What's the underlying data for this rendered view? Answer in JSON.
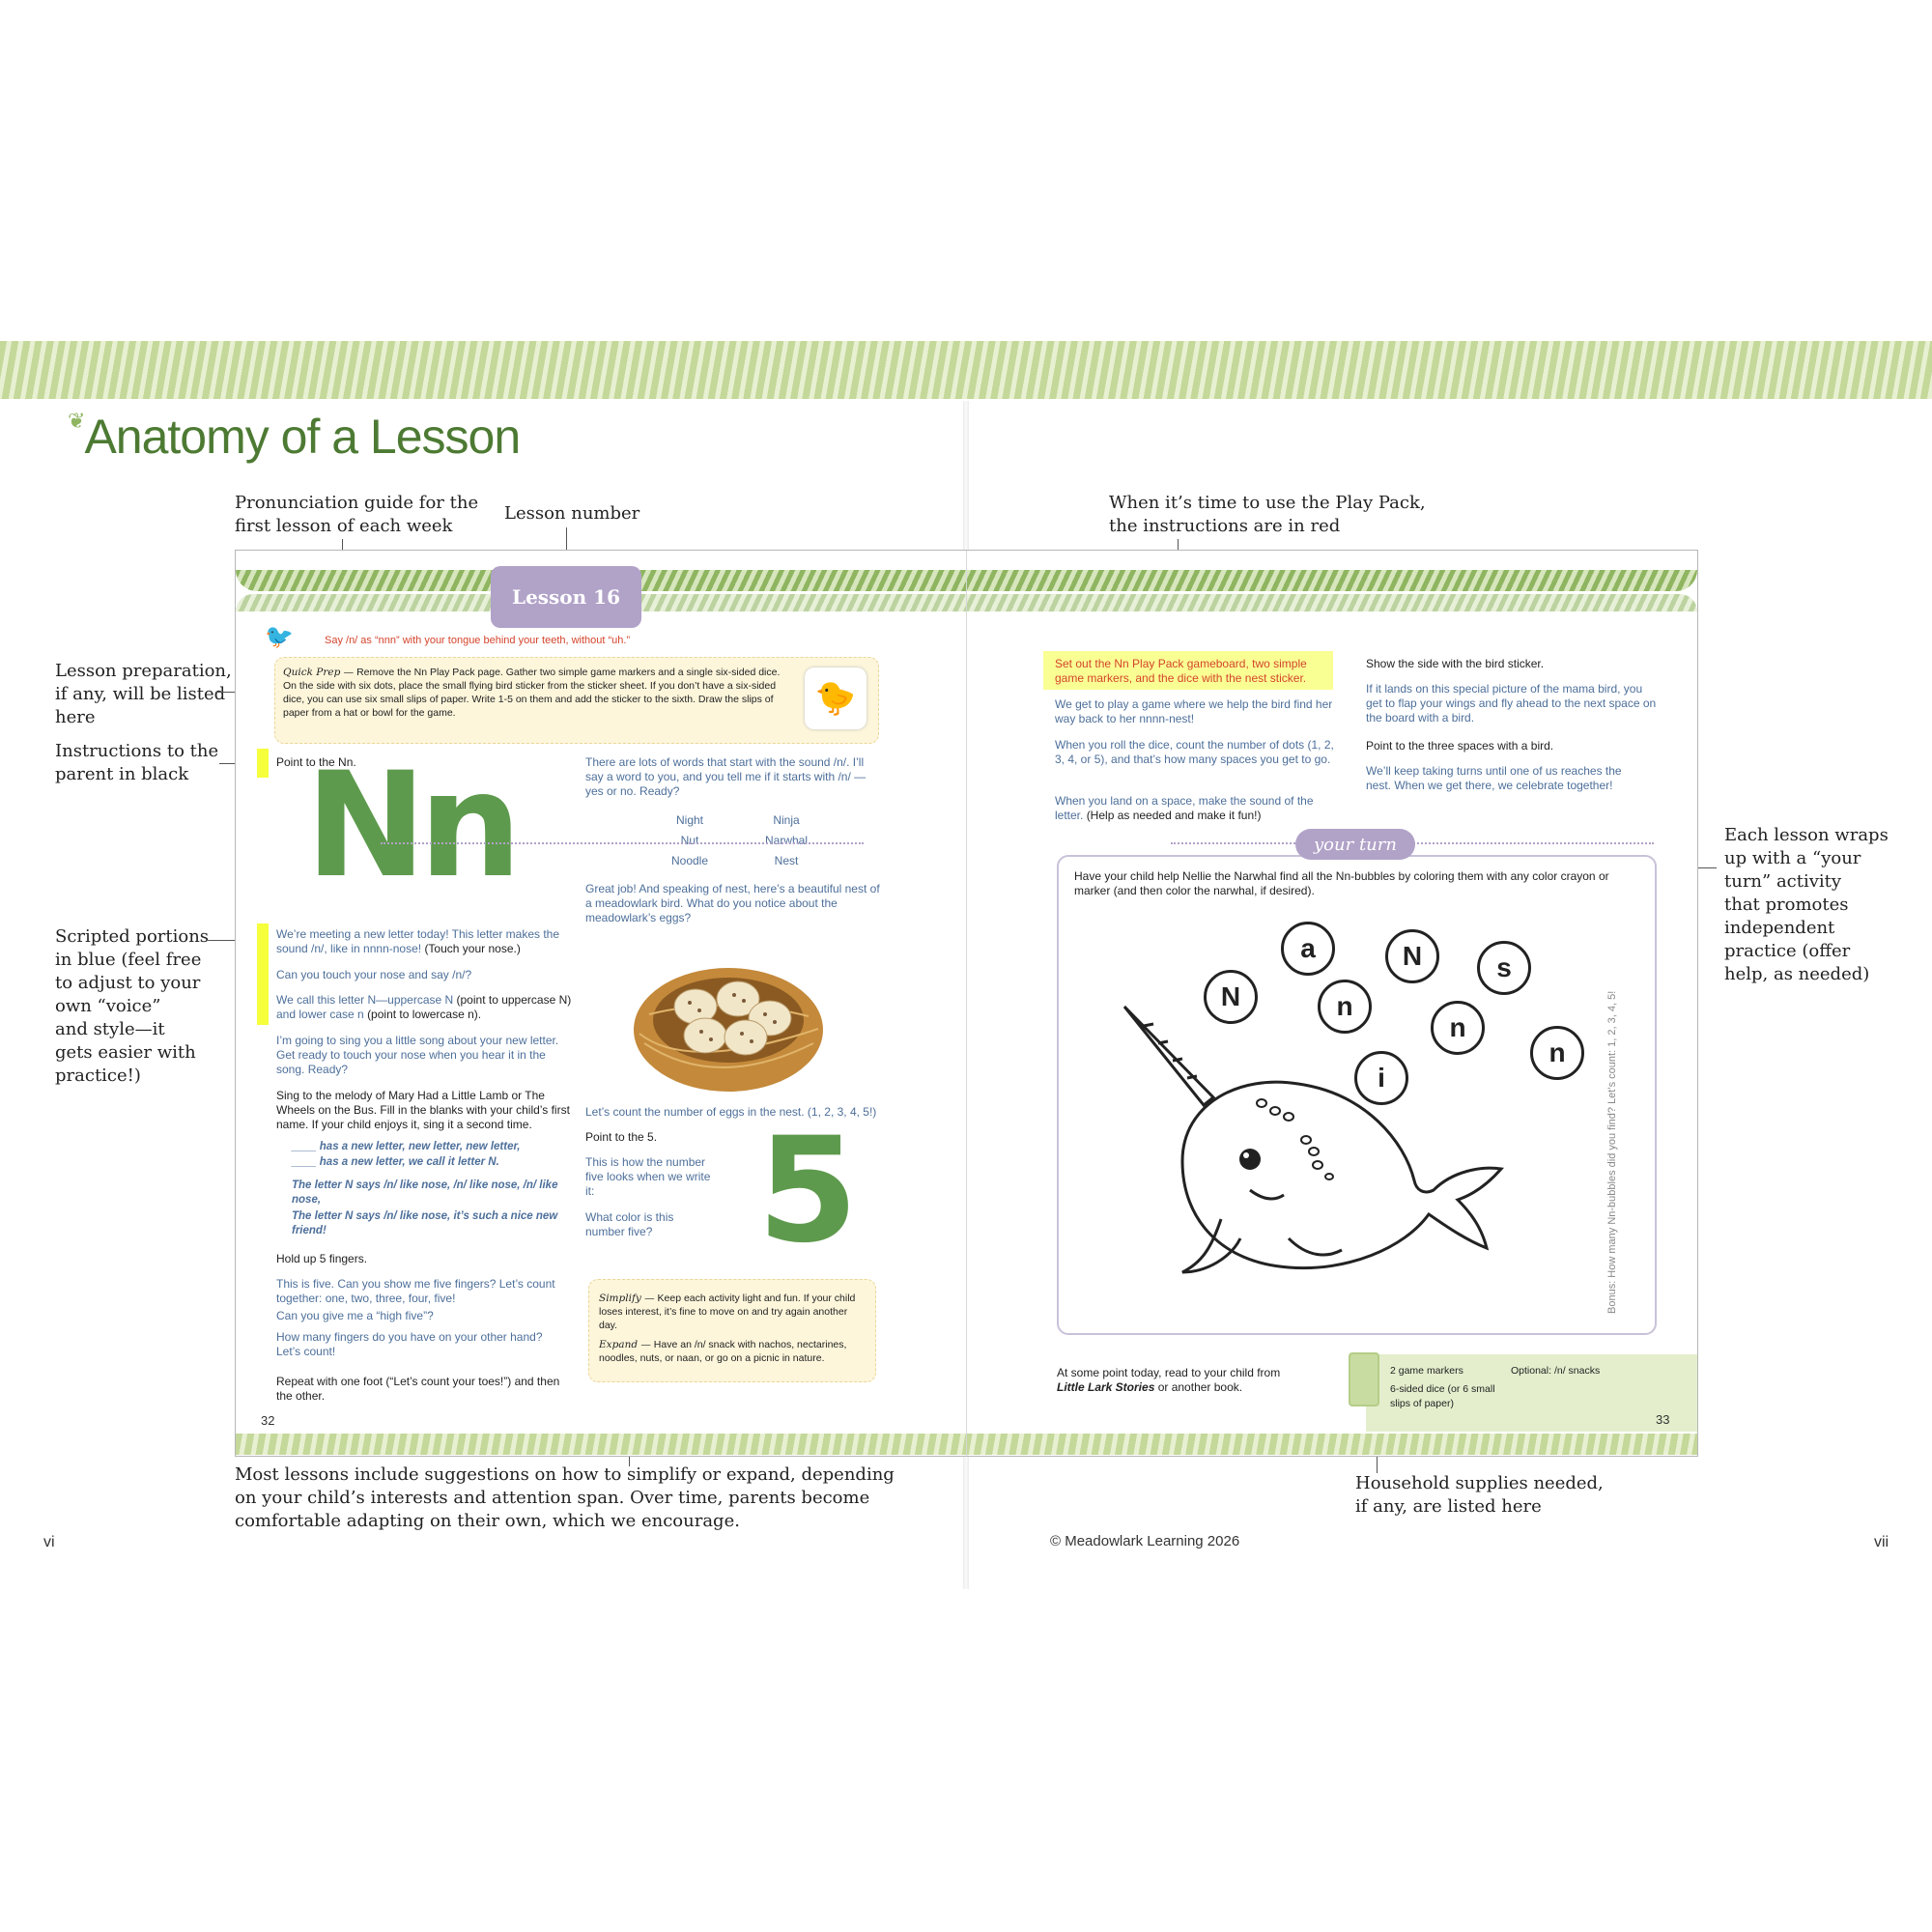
{
  "header": {
    "title": "Anatomy of a Lesson"
  },
  "annotations": {
    "pronunciation": [
      "Pronunciation guide for the",
      "first lesson of each week"
    ],
    "lesson_number": "Lesson number",
    "play_pack": [
      "When it’s time to use the Play Pack,",
      "the instructions are in red"
    ],
    "lesson_prep": [
      "Lesson preparation,",
      "if any, will be listed",
      "here"
    ],
    "parent_instructions": [
      "Instructions to the",
      "parent in black"
    ],
    "scripted": [
      "Scripted portions",
      "in blue (feel free",
      "to adjust to your",
      "own “voice”",
      "and style—it",
      "gets easier with",
      "practice!)"
    ],
    "your_turn": [
      "Each lesson wraps",
      "up with a “your",
      "turn” activity",
      "that promotes",
      "independent",
      "practice (offer",
      "help, as needed)"
    ],
    "simplify": [
      "Most lessons include suggestions on how to simplify or expand, depending",
      "on your child’s interests and attention span. Over time, parents become",
      "comfortable adapting on their own, which we encourage."
    ],
    "supplies": [
      "Household supplies needed,",
      "if any, are listed here"
    ]
  },
  "left_page": {
    "lesson_badge": "Lesson 16",
    "say": "Say /n/  as “nnn” with your tongue behind your teeth, without “uh.”",
    "quick_prep_label": "Quick Prep —",
    "quick_prep_text": " Remove the Nn Play Pack page. Gather two simple game markers and a single six-sided dice. On the side with six dots, place the small flying bird sticker from the sticker sheet. If you don’t have a six-sided dice, you can use six small slips of paper. Write 1-5 on them and add the sticker to the sixth. Draw the slips of paper from a hat or bowl for the game.",
    "point_nn": "Point to the Nn.",
    "big_letter": "Nn",
    "meet_a": "We’re meeting a new letter today! This letter makes the sound /n/, like in nnnn-nose! ",
    "meet_b": "(Touch your nose.)",
    "touch_nose": "Can you touch your nose and say /n/?",
    "call_a": "We call this letter N—uppercase N ",
    "call_b": "(point to uppercase N)",
    "call_c": " and lower case n ",
    "call_d": "(point to lowercase n).",
    "sing_intro": "I’m going to sing you a little song about your new letter. Get ready to touch your nose when you hear it in the song. Ready?",
    "sing_melody": "Sing to the melody of Mary Had a Little Lamb or The Wheels on the Bus. Fill in the blanks with your child’s first name. If your child enjoys it, sing it a second time.",
    "song1": "____ has a new letter, new letter, new letter,",
    "song2": "____ has a new letter, we call it letter N.",
    "song3": "The letter N says /n/ like nose, /n/ like nose, /n/ like nose,",
    "song4": "The letter N says /n/ like nose, it’s such a nice new friend!",
    "hold_up": "Hold up 5 fingers.",
    "this_five": "This is five. Can you show me five fingers? Let’s count together: one, two, three, four, five!",
    "high_five": "Can you give me a “high five”?",
    "other_hand": "How many fingers do you have on your other hand? Let’s count!",
    "repeat": "Repeat with one foot (“Let’s count your toes!”) and then the other.",
    "words_intro": "There are lots of words that start with the sound /n/. I’ll say a word to you, and you tell me if it starts with /n/ — yes or no. Ready?",
    "words": [
      "Night",
      "Ninja",
      "Nut",
      "Narwhal",
      "Noodle",
      "Nest"
    ],
    "great_job": "Great job! And speaking of nest, here’s a beautiful nest of a meadowlark bird. What do you notice about the meadowlark’s eggs?",
    "count_eggs": "Let’s count the number of eggs in the nest. (1, 2, 3, 4, 5!)",
    "point_5": "Point to the 5.",
    "how_five": "This is how the number five looks when we write it:",
    "what_color": "What color is this number five?",
    "big_number": "5",
    "simplify_label": "Simplify —",
    "simplify_text": " Keep each activity light and fun. If your child loses interest, it’s fine to move on and try again another day.",
    "expand_label": "Expand —",
    "expand_text": " Have an /n/ snack with nachos, nectarines, noodles, nuts, or naan, or go on a picnic in nature.",
    "page_number": "32"
  },
  "right_page": {
    "red_instr": "Set out the Nn Play Pack gameboard, two simple game markers, and the dice with the nest sticker.",
    "game_intro": "We get to play a game where we help the bird find her way back to her nnnn-nest!",
    "roll": "When you roll the dice, count the number of dots (1, 2, 3, 4, or 5), and that’s how many spaces you get to go.",
    "land_a": "When you land on a space, make the sound of the letter. ",
    "land_b": "(Help as needed and make it fun!)",
    "show_side": "Show the side with the bird sticker.",
    "special": "If it lands on this special picture of the mama bird, you get to flap your wings and fly ahead to the next space on the board with a bird.",
    "point_three": "Point to the three spaces with a bird.",
    "keep_turns": "We’ll keep taking turns until one of us reaches the nest. When we get there, we celebrate together!",
    "your_turn_label": "your turn",
    "activity_text": "Have your child help Nellie the Narwhal find all the Nn-bubbles by coloring them with any color crayon or marker (and then color the narwhal, if desired).",
    "bubbles": [
      "a",
      "N",
      "s",
      "N",
      "n",
      "n",
      "n",
      "i"
    ],
    "bonus": "Bonus: How many Nn-bubbles did you find? Let’s count: 1, 2, 3, 4, 5!",
    "read_a": "At some point today, read to your child from ",
    "read_b": "Little Lark Stories",
    "read_c": " or another book.",
    "supplies": [
      "2 game markers",
      "6-sided dice (or 6 small slips of paper)"
    ],
    "optional": "Optional: /n/ snacks",
    "page_number": "33"
  },
  "footer": {
    "left_page_number": "vi",
    "copyright": "© Meadowlark Learning 2026",
    "right_page_number": "vii"
  },
  "colors": {
    "green_title": "#4d7a33",
    "scripted_blue": "#4d6f9a",
    "play_pack_red": "#d4442c",
    "highlight": "#f6ff3b",
    "lesson_badge": "#b1a2c8"
  }
}
